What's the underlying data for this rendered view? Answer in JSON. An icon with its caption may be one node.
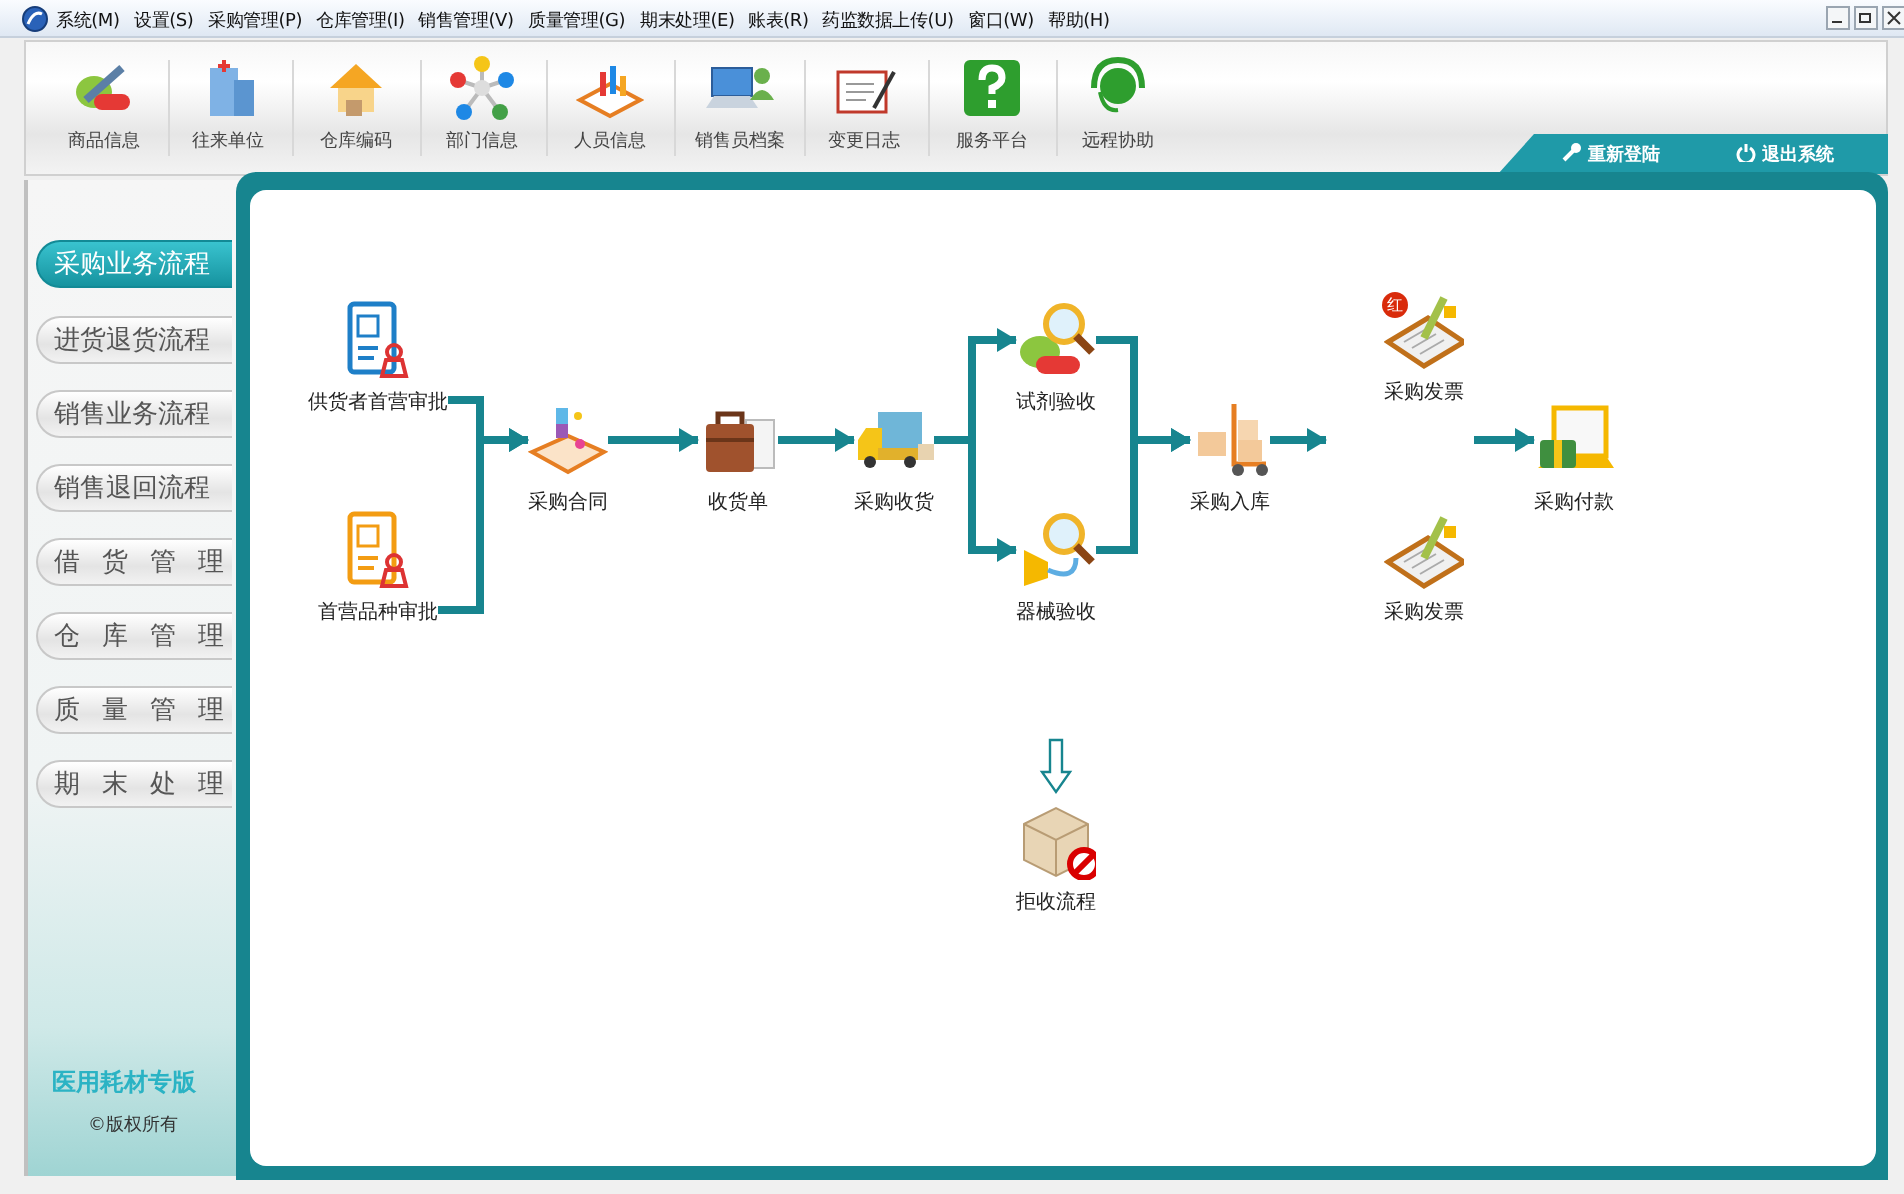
{
  "diagram": {
    "nodes": [
      {
        "text": [
          "供货者首营审批"
        ]
      },
      {
        "text": [
          "首营品种审批"
        ]
      },
      {
        "text": [
          "采购合同"
        ]
      },
      {
        "text": [
          "收货单"
        ]
      },
      {
        "text": [
          "采购收货"
        ]
      },
      {
        "text": [
          "试剂验收"
        ]
      },
      {
        "text": [
          "器械验收"
        ]
      },
      {
        "text": [
          "采购入库"
        ]
      },
      {
        "text": [
          "采购发票"
        ],
        "beside": [
          "红"
        ]
      },
      {
        "text": [
          "采购发票"
        ]
      },
      {
        "text": [
          "采购付款"
        ]
      },
      {
        "text": [
          "拒收流程"
        ]
      }
    ],
    "edges": [
      {
        "from": 0,
        "to": 2,
        "arrow": "to"
      },
      {
        "from": 1,
        "to": 2,
        "arrow": "to"
      },
      {
        "from": 2,
        "to": 3,
        "arrow": "to"
      },
      {
        "from": 3,
        "to": 4,
        "arrow": "to"
      },
      {
        "from": 4,
        "to": 5,
        "arrow": "to"
      },
      {
        "from": 4,
        "to": 6,
        "arrow": "to"
      },
      {
        "from": 5,
        "to": 7,
        "arrow": "to"
      },
      {
        "from": 6,
        "to": 7,
        "arrow": "to"
      },
      {
        "from": 7,
        "to": null,
        "arrow": "to"
      },
      {
        "from": null,
        "to": 10,
        "arrow": "to"
      },
      {
        "from": null,
        "to": 11,
        "arrow": "to"
      }
    ],
    "labels": [
      "系统(M)",
      "设置(S)",
      "采购管理(P)",
      "仓库管理(I)",
      "销售管理(V)",
      "质量管理(G)",
      "期末处理(E)",
      "账表(R)",
      "药监数据上传(U)",
      "窗口(W)",
      "帮助(H)",
      "商品信息",
      "往来单位",
      "仓库编码",
      "部门信息",
      "人员信息",
      "销售员档案",
      "变更日志",
      "服务平台",
      "远程协助",
      "重新登陆",
      "退出系统",
      "采购业务流程",
      "进货退货流程",
      "销售业务流程",
      "销售退回流程",
      "借货管理",
      "仓库管理",
      "质量管理",
      "期末处理",
      "医用耗材专版",
      "©版权所有"
    ]
  }
}
